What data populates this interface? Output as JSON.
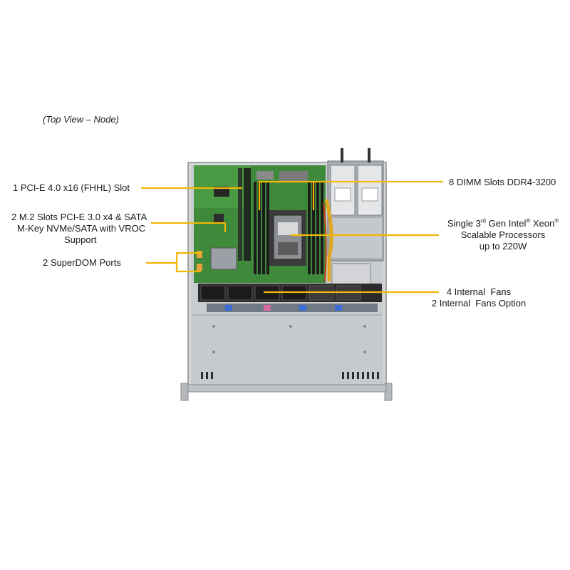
{
  "caption": "(Top View – Node)",
  "labels": {
    "pcie_slot": "1 PCI-E 4.0 x16 (FHHL) Slot",
    "m2_line1": "2 M.2 Slots PCI-E 3.0 x4 & SATA",
    "m2_line2": "M-Key NVMe/SATA with VROC",
    "m2_line3": "Support",
    "superdom": "2 SuperDOM Ports",
    "dimm": "8 DIMM Slots DDR4-3200",
    "cpu_line1_a": "Single 3",
    "cpu_line1_sup1": "rd",
    "cpu_line1_b": " Gen Intel",
    "cpu_line1_sup2": "®",
    "cpu_line1_c": " Xeon",
    "cpu_line1_sup3": "®",
    "cpu_line2": "Scalable Processors",
    "cpu_line3": "up to 220W",
    "fans_line1": "4 Internal  Fans",
    "fans_line2": "2 Internal  Fans Option"
  },
  "colors": {
    "callout": "#f2b705",
    "board": "#3f8a3a",
    "chassis": "#c9ccd0",
    "psu": "#a9adb2"
  }
}
